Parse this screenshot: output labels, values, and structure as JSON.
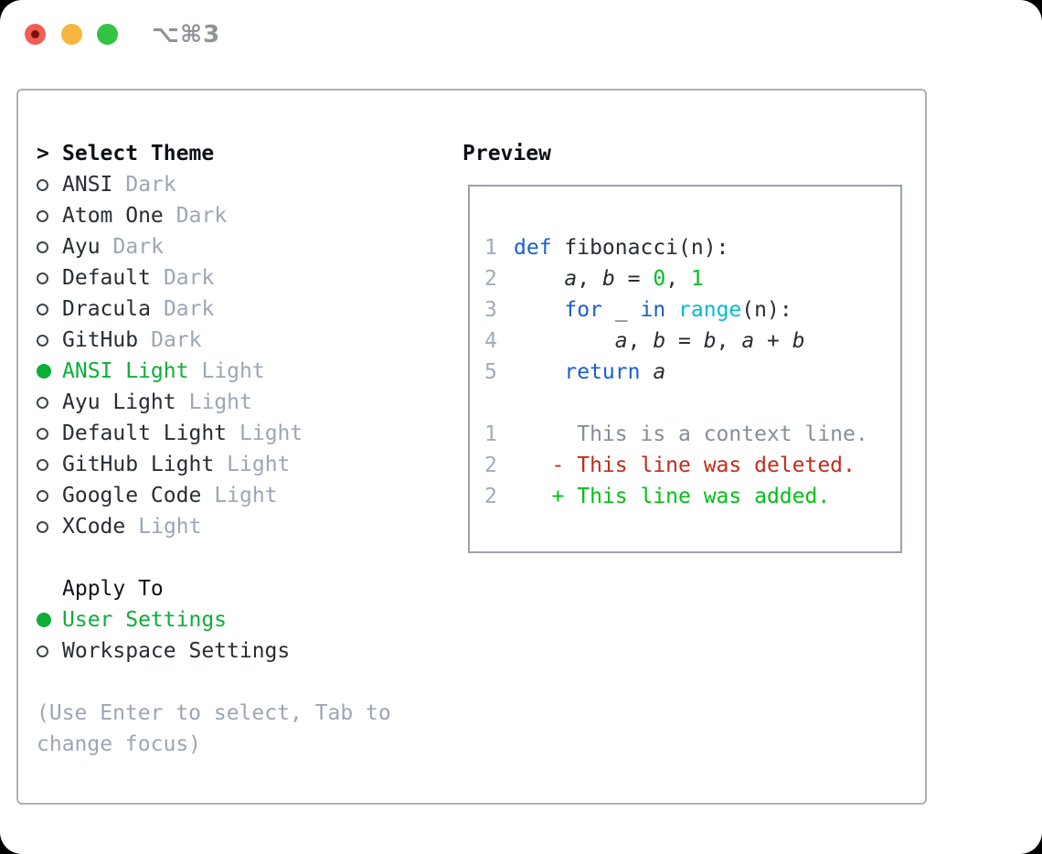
{
  "window": {
    "title": "⌥⌘3"
  },
  "colors": {
    "pageBg": "#000000",
    "windowBg": "#ffffff",
    "panelBorder": "#aab1bb",
    "previewBorder": "#9aa3ae",
    "text": "#272d34",
    "headerText": "#0d1117",
    "muted": "#9ca6b4",
    "lnum": "#a2abb8",
    "ctx": "#868e98",
    "selGreen": "#0cae38",
    "radioRing": "#3e454d",
    "kw": "#1a5ed2",
    "fn": "#00bcd2",
    "numlit": "#03bd24",
    "del": "#c52a1a",
    "add": "#00c214",
    "trafficRed": "#f15e52",
    "trafficRedDot": "#7c120a",
    "trafficYellow": "#f6b63d",
    "trafficGreen": "#32c343",
    "titleGray": "#8f9398"
  },
  "panel": {
    "theme_section": {
      "header_prefix": ">",
      "header": "Select Theme",
      "items": [
        {
          "name": "ANSI",
          "tag": "Dark",
          "selected": false
        },
        {
          "name": "Atom One",
          "tag": "Dark",
          "selected": false
        },
        {
          "name": "Ayu",
          "tag": "Dark",
          "selected": false
        },
        {
          "name": "Default",
          "tag": "Dark",
          "selected": false
        },
        {
          "name": "Dracula",
          "tag": "Dark",
          "selected": false
        },
        {
          "name": "GitHub",
          "tag": "Dark",
          "selected": false
        },
        {
          "name": "ANSI Light",
          "tag": "Light",
          "selected": true
        },
        {
          "name": "Ayu Light",
          "tag": "Light",
          "selected": false
        },
        {
          "name": "Default Light",
          "tag": "Light",
          "selected": false
        },
        {
          "name": "GitHub Light",
          "tag": "Light",
          "selected": false
        },
        {
          "name": "Google Code",
          "tag": "Light",
          "selected": false
        },
        {
          "name": "XCode",
          "tag": "Light",
          "selected": false
        }
      ]
    },
    "apply_section": {
      "header": "Apply To",
      "items": [
        {
          "name": "User Settings",
          "selected": true
        },
        {
          "name": "Workspace Settings",
          "selected": false
        }
      ]
    },
    "help": "(Use Enter to select, Tab to change focus)",
    "preview": {
      "title": "Preview",
      "code_lines": [
        {
          "num": "1",
          "segments": [
            {
              "t": "def",
              "c": "kw"
            },
            {
              "t": " fibonacci(n):",
              "c": "fg"
            }
          ]
        },
        {
          "num": "2",
          "segments": [
            {
              "t": "    ",
              "c": "fg"
            },
            {
              "t": "a",
              "c": "var"
            },
            {
              "t": ", ",
              "c": "fg"
            },
            {
              "t": "b",
              "c": "var"
            },
            {
              "t": " = ",
              "c": "fg"
            },
            {
              "t": "0",
              "c": "num"
            },
            {
              "t": ", ",
              "c": "fg"
            },
            {
              "t": "1",
              "c": "num"
            }
          ]
        },
        {
          "num": "3",
          "segments": [
            {
              "t": "    ",
              "c": "fg"
            },
            {
              "t": "for",
              "c": "kw"
            },
            {
              "t": " _ ",
              "c": "fg"
            },
            {
              "t": "in",
              "c": "kw"
            },
            {
              "t": " ",
              "c": "fg"
            },
            {
              "t": "range",
              "c": "fn"
            },
            {
              "t": "(n):",
              "c": "fg"
            }
          ]
        },
        {
          "num": "4",
          "segments": [
            {
              "t": "        ",
              "c": "fg"
            },
            {
              "t": "a",
              "c": "var"
            },
            {
              "t": ", ",
              "c": "fg"
            },
            {
              "t": "b",
              "c": "var"
            },
            {
              "t": " = ",
              "c": "fg"
            },
            {
              "t": "b",
              "c": "var"
            },
            {
              "t": ", ",
              "c": "fg"
            },
            {
              "t": "a",
              "c": "var"
            },
            {
              "t": " + ",
              "c": "fg"
            },
            {
              "t": "b",
              "c": "var"
            }
          ]
        },
        {
          "num": "5",
          "segments": [
            {
              "t": "    ",
              "c": "fg"
            },
            {
              "t": "return",
              "c": "kw"
            },
            {
              "t": " ",
              "c": "fg"
            },
            {
              "t": "a",
              "c": "var"
            }
          ]
        }
      ],
      "diff_lines": [
        {
          "num": "1",
          "kind": "ctx",
          "text": "     This is a context line."
        },
        {
          "num": "2",
          "kind": "del",
          "text": "   - This line was deleted."
        },
        {
          "num": "2",
          "kind": "add",
          "text": "   + This line was added."
        }
      ]
    }
  }
}
